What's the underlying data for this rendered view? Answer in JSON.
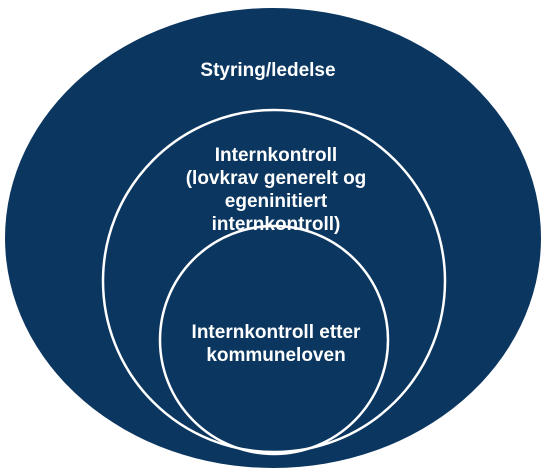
{
  "diagram": {
    "colors": {
      "fill": "#0b3660",
      "ring": "#ffffff",
      "text": "#ffffff"
    },
    "outer": {
      "label": "Styring/ledelse"
    },
    "middle": {
      "lines": [
        "Internkontroll",
        "(lovkrav generelt og",
        "egeninitiert",
        "internkontroll)"
      ]
    },
    "inner": {
      "lines": [
        "Internkontroll etter",
        "kommuneloven"
      ]
    }
  }
}
